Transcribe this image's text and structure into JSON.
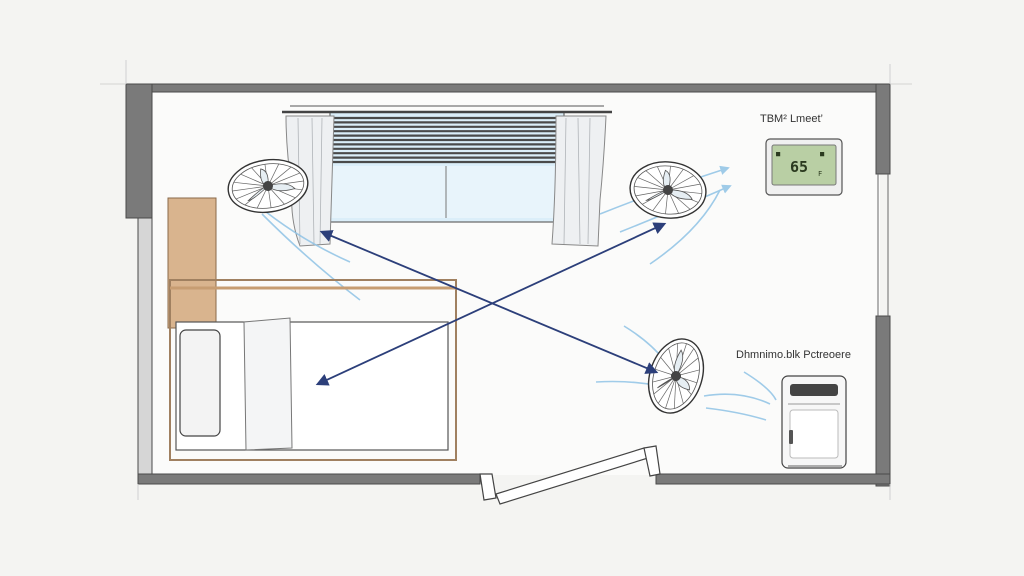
{
  "labels": {
    "thermostat": "TBM² Lmeet’",
    "dehumidifier": "Dhmnimo.blk Pctreoere"
  },
  "thermostat_display": {
    "temperature": "65",
    "unit": "F"
  },
  "colors": {
    "wall": "#6f6f6f",
    "wall_outline": "#4a4a4a",
    "airflow_arrow": "#2c3f7a",
    "airflow_light": "#8fc3e6",
    "bed_wood": "#c79d72",
    "lcd": "#b9cfa4"
  },
  "icons": [
    "ceiling-fan-icon",
    "window-blinds-icon",
    "thermostat-icon",
    "dehumidifier-icon",
    "bed-icon"
  ]
}
